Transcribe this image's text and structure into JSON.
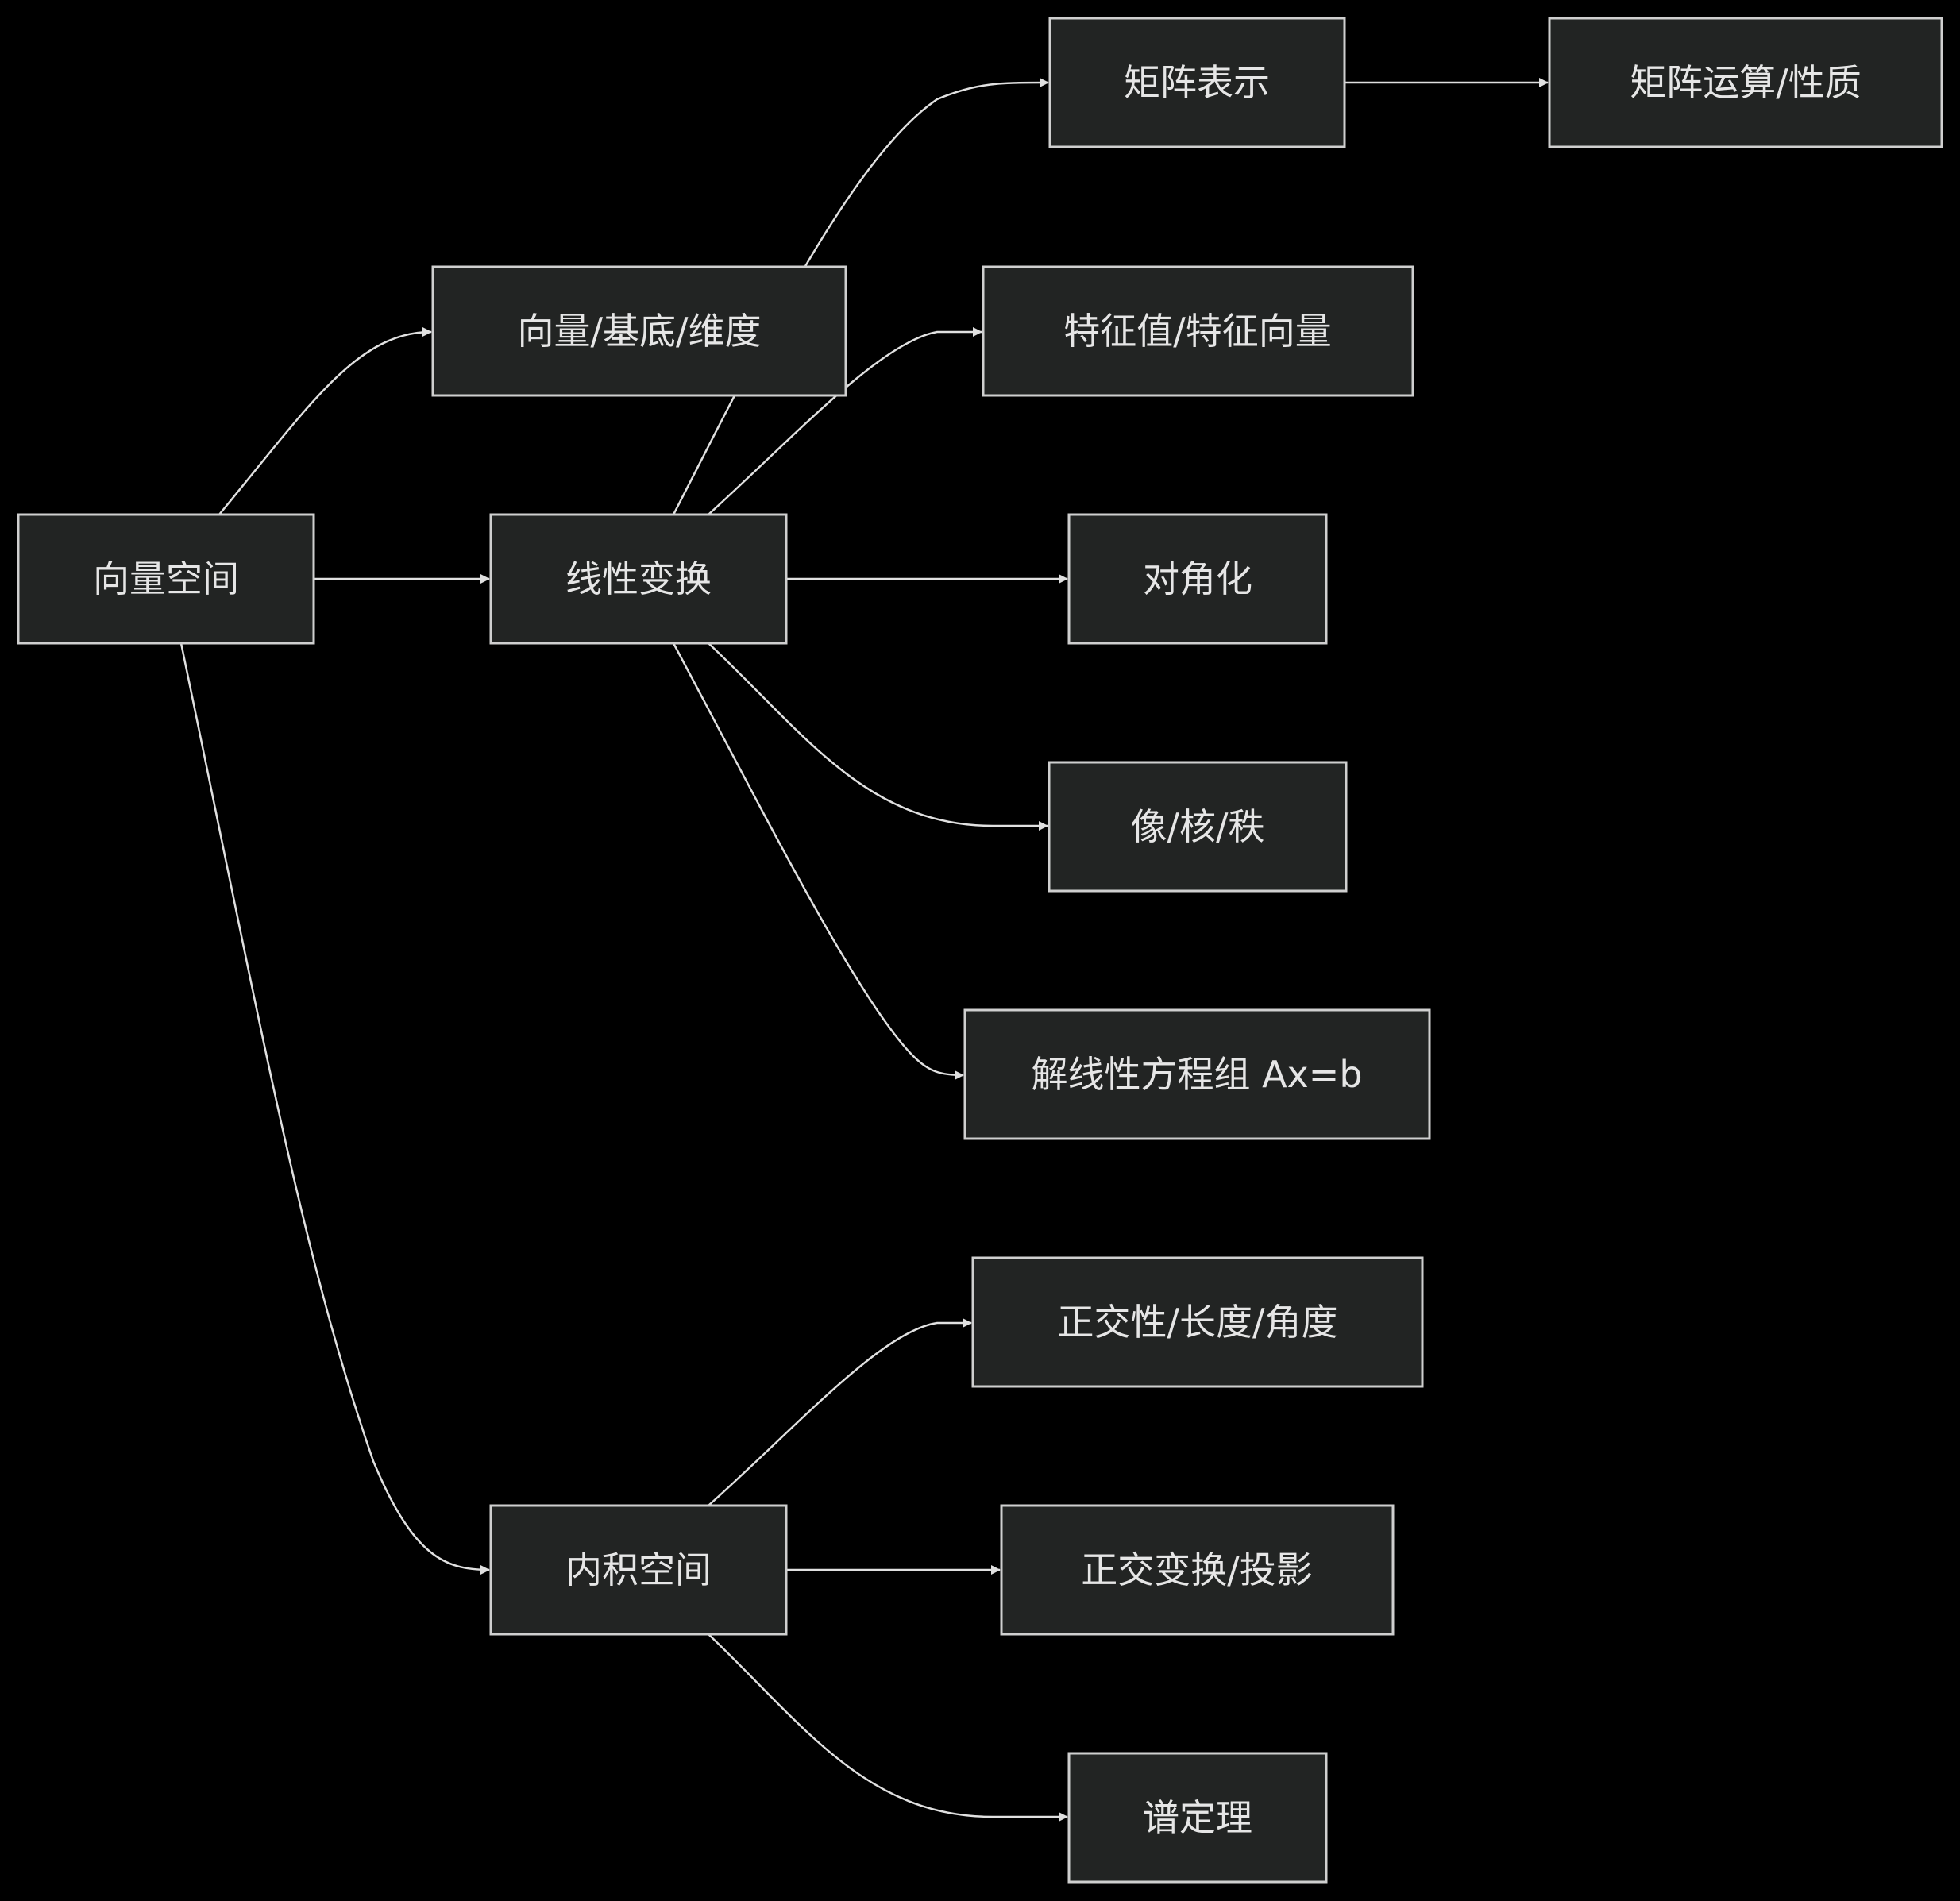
{
  "diagram": {
    "colors": {
      "background": "#000000",
      "node_fill": "#222423",
      "node_stroke": "#cfcfcf",
      "text": "#e6e6e6",
      "edge": "#e0e0e0"
    },
    "nodes": {
      "vector_space": "向量空间",
      "basis": "向量/基底/维度",
      "linear_map": "线性变换",
      "inner_product": "内积空间",
      "matrix_repr": "矩阵表示",
      "matrix_ops": "矩阵运算/性质",
      "eigen": "特征值/特征向量",
      "diagonalization": "对角化",
      "image_kernel": "像/核/秩",
      "linear_system": "解线性方程组 Ax=b",
      "orthogonality": "正交性/长度/角度",
      "orth_projection": "正交变换/投影",
      "spectral": "谱定理"
    },
    "edges": [
      {
        "from": "vector_space",
        "to": "basis"
      },
      {
        "from": "vector_space",
        "to": "linear_map"
      },
      {
        "from": "vector_space",
        "to": "inner_product"
      },
      {
        "from": "linear_map",
        "to": "matrix_repr"
      },
      {
        "from": "matrix_repr",
        "to": "matrix_ops"
      },
      {
        "from": "linear_map",
        "to": "eigen"
      },
      {
        "from": "linear_map",
        "to": "diagonalization"
      },
      {
        "from": "linear_map",
        "to": "image_kernel"
      },
      {
        "from": "linear_map",
        "to": "linear_system"
      },
      {
        "from": "inner_product",
        "to": "orthogonality"
      },
      {
        "from": "inner_product",
        "to": "orth_projection"
      },
      {
        "from": "inner_product",
        "to": "spectral"
      }
    ]
  }
}
